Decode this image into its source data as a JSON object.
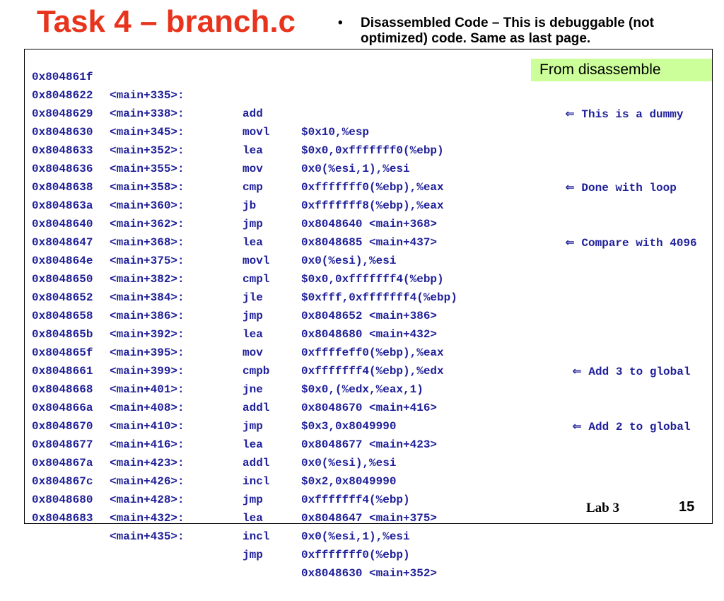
{
  "slide": {
    "title": "Task 4 – branch.c",
    "bullet_symbol": "•",
    "bullet_text": "Disassembled Code – This is debuggable (not optimized) code.  Same as last page.",
    "badge": "From disassemble",
    "footer_label": "Lab 3",
    "page_number": "15"
  },
  "colors": {
    "title": "#e8341c",
    "code": "#1f1f99",
    "badge_bg": "#ccff99"
  },
  "code_lines": [
    {
      "addr": "0x804861f",
      "label": "<main+335>:",
      "op": "add",
      "args": "$0x10,%esp"
    },
    {
      "addr": "0x8048622",
      "label": "<main+338>:",
      "op": "movl",
      "args": "$0x0,0xfffffff0(%ebp)"
    },
    {
      "addr": "0x8048629",
      "label": "<main+345>:",
      "op": "lea",
      "args": "0x0(%esi,1),%esi"
    },
    {
      "addr": "0x8048630",
      "label": "<main+352>:",
      "op": "mov",
      "args": "0xfffffff0(%ebp),%eax"
    },
    {
      "addr": "0x8048633",
      "label": "<main+355>:",
      "op": "cmp",
      "args": "0xfffffff8(%ebp),%eax"
    },
    {
      "addr": "0x8048636",
      "label": "<main+358>:",
      "op": "jb",
      "args": "0x8048640 <main+368>"
    },
    {
      "addr": "0x8048638",
      "label": "<main+360>:",
      "op": "jmp",
      "args": "0x8048685 <main+437>"
    },
    {
      "addr": "0x804863a",
      "label": "<main+362>:",
      "op": "lea",
      "args": "0x0(%esi),%esi"
    },
    {
      "addr": "0x8048640",
      "label": "<main+368>:",
      "op": "movl",
      "args": "$0x0,0xfffffff4(%ebp)"
    },
    {
      "addr": "0x8048647",
      "label": "<main+375>:",
      "op": "cmpl",
      "args": "$0xfff,0xfffffff4(%ebp)"
    },
    {
      "addr": "0x804864e",
      "label": "<main+382>:",
      "op": "jle",
      "args": "0x8048652 <main+386>"
    },
    {
      "addr": "0x8048650",
      "label": "<main+384>:",
      "op": "jmp",
      "args": "0x8048680 <main+432>"
    },
    {
      "addr": "0x8048652",
      "label": "<main+386>:",
      "op": "lea",
      "args": "0xffffeff0(%ebp),%eax"
    },
    {
      "addr": "0x8048658",
      "label": "<main+392>:",
      "op": "mov",
      "args": "0xfffffff4(%ebp),%edx"
    },
    {
      "addr": "0x804865b",
      "label": "<main+395>:",
      "op": "cmpb",
      "args": "$0x0,(%edx,%eax,1)"
    },
    {
      "addr": "0x804865f",
      "label": "<main+399>:",
      "op": "jne",
      "args": "0x8048670 <main+416>"
    },
    {
      "addr": "0x8048661",
      "label": "<main+401>:",
      "op": "addl",
      "args": "$0x3,0x8049990"
    },
    {
      "addr": "0x8048668",
      "label": "<main+408>:",
      "op": "jmp",
      "args": "0x8048677 <main+423>"
    },
    {
      "addr": "0x804866a",
      "label": "<main+410>:",
      "op": "lea",
      "args": "0x0(%esi),%esi"
    },
    {
      "addr": "0x8048670",
      "label": "<main+416>:",
      "op": "addl",
      "args": "$0x2,0x8049990"
    },
    {
      "addr": "0x8048677",
      "label": "<main+423>:",
      "op": "incl",
      "args": "0xfffffff4(%ebp)"
    },
    {
      "addr": "0x804867a",
      "label": "<main+426>:",
      "op": "jmp",
      "args": "0x8048647 <main+375>"
    },
    {
      "addr": "0x804867c",
      "label": "<main+428>:",
      "op": "lea",
      "args": "0x0(%esi,1),%esi"
    },
    {
      "addr": "0x8048680",
      "label": "<main+432>:",
      "op": "incl",
      "args": "0xfffffff0(%ebp)"
    },
    {
      "addr": "0x8048683",
      "label": "<main+435>:",
      "op": "jmp",
      "args": "0x8048630 <main+352>"
    }
  ],
  "notes": {
    "arrow": "⇐",
    "dummy": "This is a dummy",
    "done": "Done with loop",
    "compare": "Compare with 4096",
    "add3": "Add 3 to global",
    "add2": "Add 2 to global"
  }
}
